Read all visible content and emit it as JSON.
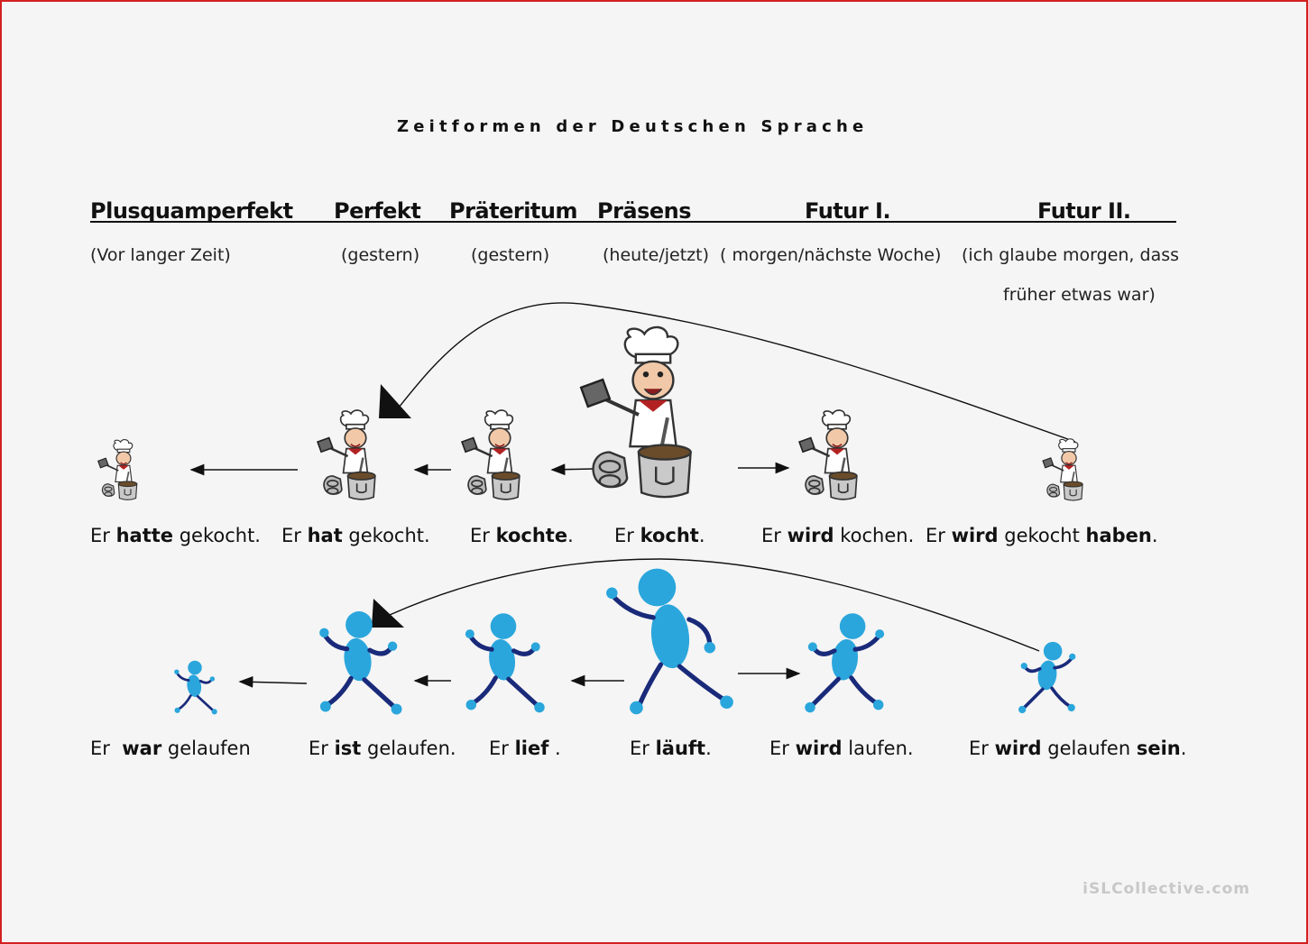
{
  "title": "Zeitformen der Deutschen Sprache",
  "tenses": [
    "Plusquamperfekt",
    "Perfekt",
    "Präteritum",
    "Präsens",
    "Futur I.",
    "Futur II."
  ],
  "hints": [
    "(Vor langer Zeit)",
    "(gestern)",
    "(gestern)",
    "(heute/jetzt)",
    "( morgen/nächste Woche)",
    "(ich glaube morgen, dass",
    "früher etwas war)"
  ],
  "kochen": {
    "plusquamperfekt": {
      "a": "Er ",
      "b": "hatte",
      "c": " gekocht."
    },
    "perfekt": {
      "a": "Er ",
      "b": "hat",
      "c": " gekocht."
    },
    "praeteritum": {
      "a": "Er ",
      "b": "kochte",
      "c": "."
    },
    "praesens": {
      "a": "Er ",
      "b": "kocht",
      "c": "."
    },
    "futur1": {
      "a": "Er ",
      "b": "wird",
      "c": " kochen."
    },
    "futur2": {
      "a": "Er ",
      "b": "wird",
      "c": " gekocht ",
      "d": "haben",
      "e": "."
    }
  },
  "laufen": {
    "plusquamperfekt": {
      "a": "Er  ",
      "b": "war",
      "c": " gelaufen"
    },
    "perfekt": {
      "a": "Er ",
      "b": "ist",
      "c": " gelaufen."
    },
    "praeteritum": {
      "a": "Er ",
      "b": "lief",
      "c": " ."
    },
    "praesens": {
      "a": "Er ",
      "b": "läuft",
      "c": "."
    },
    "futur1": {
      "a": "Er ",
      "b": "wird",
      "c": " laufen."
    },
    "futur2": {
      "a": "Er ",
      "b": "wird",
      "c": " gelaufen ",
      "d": "sein",
      "e": "."
    }
  },
  "watermark": "iSLCollective.com",
  "colors": {
    "border": "#d42020",
    "runner": "#2aa6dc",
    "runner_limb": "#1a2a7a",
    "text": "#111111"
  },
  "icons": [
    "chef-icon",
    "runner-icon",
    "arrow-left-icon",
    "arrow-right-icon",
    "arrowhead-icon"
  ]
}
